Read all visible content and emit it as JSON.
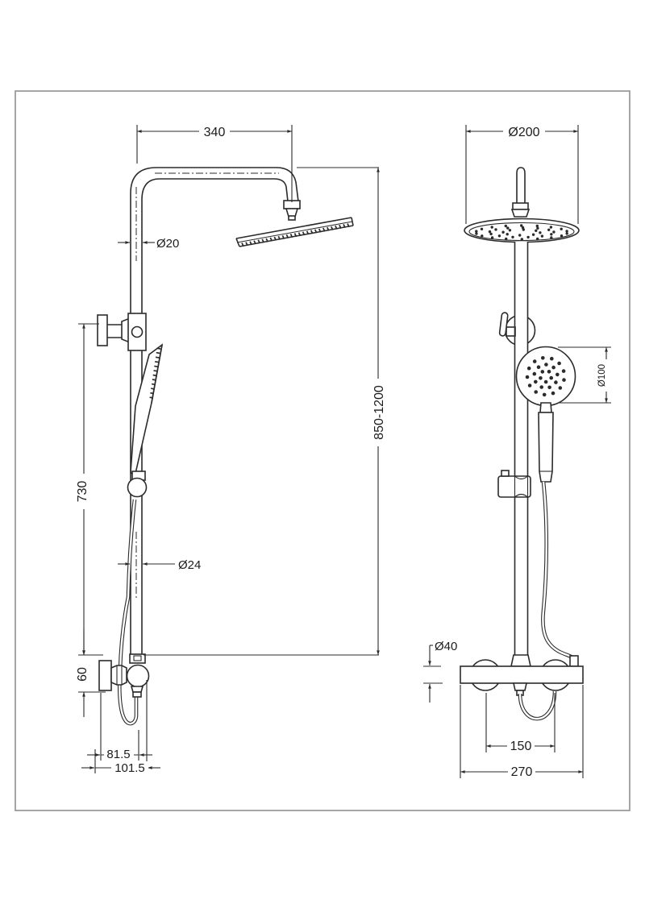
{
  "dims": {
    "left": {
      "arm_reach": "340",
      "riser_upper_diameter": "Ø20",
      "adjustable_height": "850-1200",
      "bracket_to_valve": "730",
      "riser_lower_diameter": "Ø24",
      "valve_body_height": "60",
      "wall_to_hose_offset": "81.5",
      "wall_to_outer_offset": "101.5"
    },
    "right": {
      "head_diameter": "Ø200",
      "handshower_diameter": "Ø100",
      "valve_body_diameter": "Ø40",
      "inlet_centres": "150",
      "valve_width": "270"
    }
  }
}
